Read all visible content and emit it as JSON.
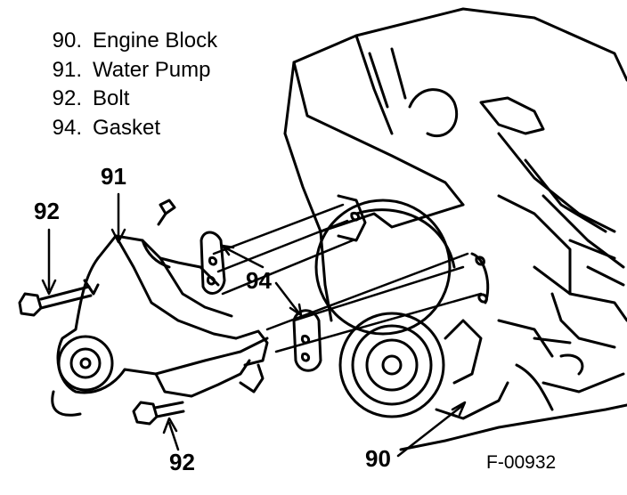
{
  "legend": [
    {
      "num": "90.",
      "label": "Engine Block"
    },
    {
      "num": "91.",
      "label": "Water Pump"
    },
    {
      "num": "92.",
      "label": "Bolt"
    },
    {
      "num": "94.",
      "label": "Gasket"
    }
  ],
  "callouts": {
    "c91": "91",
    "c92_top": "92",
    "c94": "94",
    "c92_bottom": "92",
    "c90": "90"
  },
  "figure_id": "F-00932"
}
